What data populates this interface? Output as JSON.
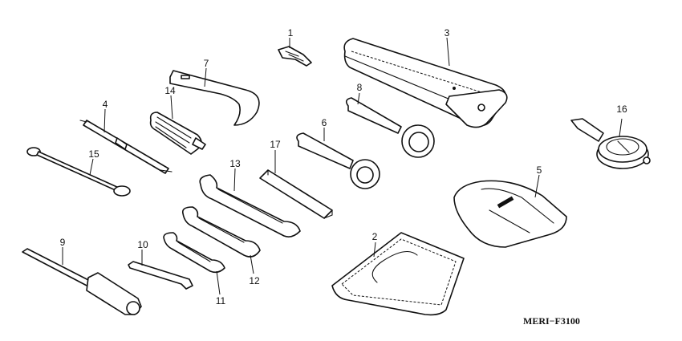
{
  "callouts": {
    "c1": "1",
    "c2": "2",
    "c3": "3",
    "c4": "4",
    "c5": "5",
    "c6": "6",
    "c7": "7",
    "c8": "8",
    "c9": "9",
    "c10": "10",
    "c11": "11",
    "c12": "12",
    "c13": "13",
    "c14": "14",
    "c15": "15",
    "c16": "16",
    "c17": "17"
  },
  "figure_code": "MERI−F3100",
  "colors": {
    "line": "#111111",
    "background": "#ffffff"
  }
}
